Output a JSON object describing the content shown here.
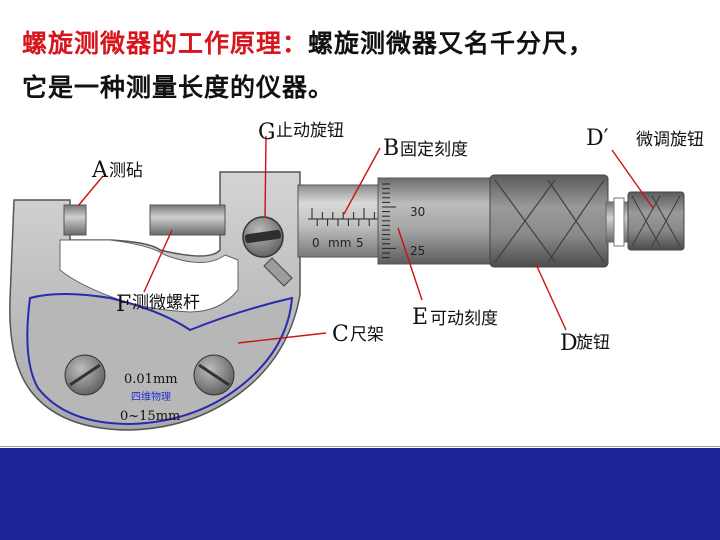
{
  "title": {
    "line1_red": "螺旋测微器的工作原理：",
    "line1_black": "螺旋测微器又名千分尺，",
    "line2": "它是一种测量长度的仪器。"
  },
  "labels": {
    "A": {
      "letter": "A",
      "text": "测砧"
    },
    "B": {
      "letter": "B",
      "text": "固定刻度"
    },
    "C": {
      "letter": "C",
      "text": "尺架"
    },
    "D": {
      "letter": "D",
      "text": "旋钮"
    },
    "D_prime": {
      "letter": "D′",
      "text": "微调旋钮"
    },
    "E": {
      "letter": "E",
      "text": "可动刻度"
    },
    "F": {
      "letter": "F",
      "text": "测微螺杆"
    },
    "G": {
      "letter": "G",
      "text": "止动旋钮"
    }
  },
  "scale": {
    "fixed_zero": "0",
    "fixed_unit": "mm",
    "fixed_five": "5",
    "thimble_30": "30",
    "thimble_25": "25"
  },
  "frame_text": {
    "resolution": "0.01mm",
    "brand": "四维物理",
    "range": "0~15mm"
  },
  "colors": {
    "title_red": "#d8141c",
    "footer_blue": "#1b2596",
    "frame_gray": "#b9b9b9",
    "frame_dark": "#6e6e6e",
    "brand_blue": "#2233cc",
    "leader_red": "#cc1111"
  }
}
